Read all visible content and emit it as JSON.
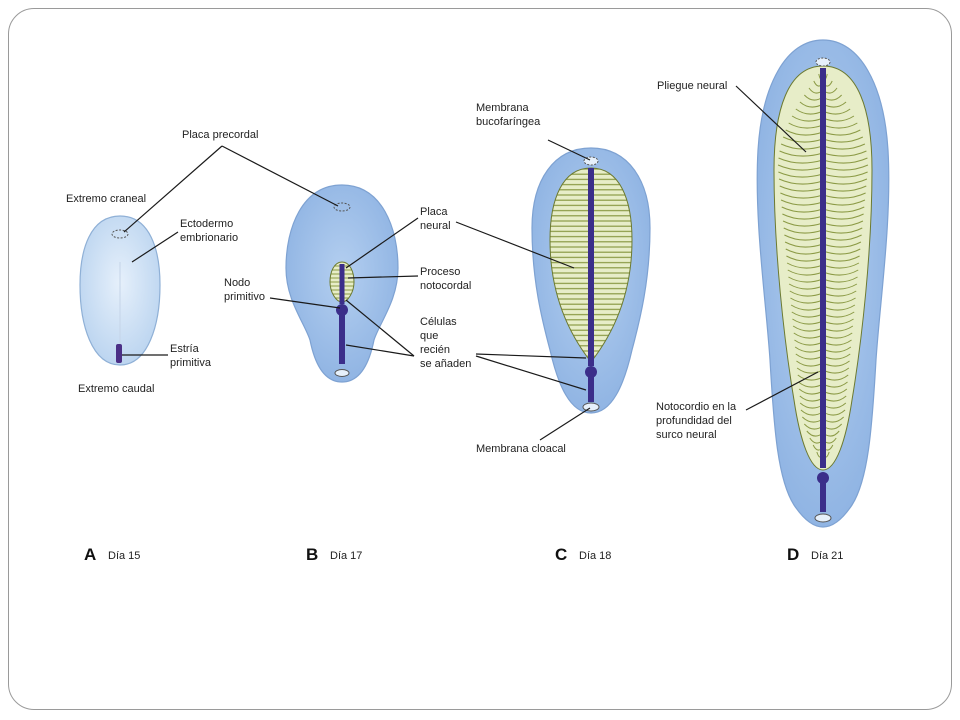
{
  "colors": {
    "embryo_fill": "#9fc2ea",
    "embryo_pale": "#d3e4f6",
    "plate_fill": "#e7edc8",
    "notochord": "#3b2e8a",
    "stripe": "#8b9a45"
  },
  "labels": {
    "placa_precordal": "Placa precordal",
    "extremo_craneal": "Extremo craneal",
    "ectodermo_1": "Ectodermo",
    "ectodermo_2": "embrionario",
    "estria_1": "Estría",
    "estria_2": "primitiva",
    "extremo_caudal": "Extremo caudal",
    "nodo_1": "Nodo",
    "nodo_2": "primitivo",
    "placa_neural_1": "Placa",
    "placa_neural_2": "neural",
    "proceso_1": "Proceso",
    "proceso_2": "notocordal",
    "celulas_1": "Células",
    "celulas_2": "que",
    "celulas_3": "recién",
    "celulas_4": "se añaden",
    "membrana_buco_1": "Membrana",
    "membrana_buco_2": "bucofaríngea",
    "membrana_cloacal": "Membrana cloacal",
    "pliegue_neural": "Pliegue neural",
    "notocordio_1": "Notocordio en la",
    "notocordio_2": "profundidad del",
    "notocordio_3": "surco neural"
  },
  "panels": [
    {
      "letter": "A",
      "day": "Día 15"
    },
    {
      "letter": "B",
      "day": "Día 17"
    },
    {
      "letter": "C",
      "day": "Día 18"
    },
    {
      "letter": "D",
      "day": "Día 21"
    }
  ]
}
